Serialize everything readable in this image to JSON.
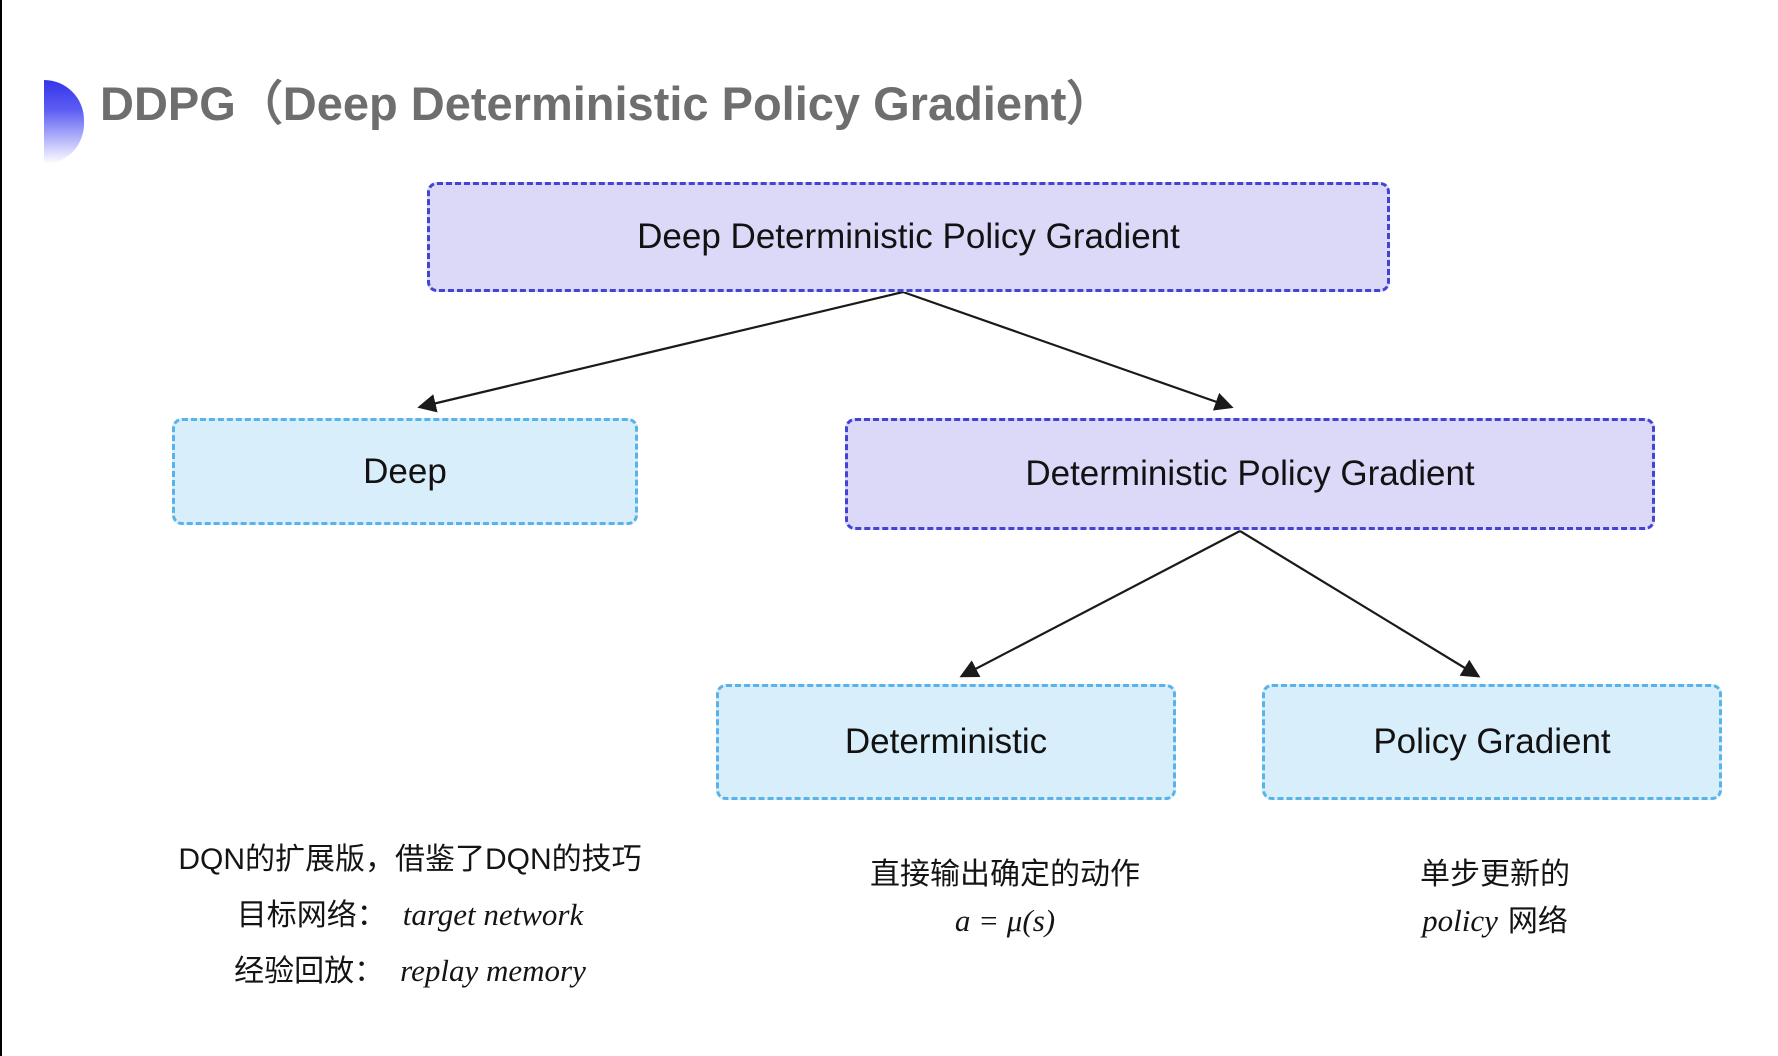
{
  "title": "DDPG（Deep Deterministic Policy Gradient）",
  "tree": {
    "root_label": "Deep Deterministic Policy Gradient",
    "deep_label": "Deep",
    "dpg_label": "Deterministic Policy Gradient",
    "deterministic_label": "Deterministic",
    "policy_gradient_label": "Policy Gradient"
  },
  "notes": {
    "deep": {
      "line1": "DQN的扩展版，借鉴了DQN的技巧",
      "target_label": "目标网络：",
      "target_term": "target network",
      "replay_label": "经验回放：",
      "replay_term": "replay memory"
    },
    "deterministic": {
      "line1": "直接输出确定的动作",
      "formula": "a = μ(s)"
    },
    "policy_gradient": {
      "line1": "单步更新的",
      "term": "policy",
      "suffix": "网络"
    }
  },
  "icons": {
    "logo": "blue-gradient-half-disc"
  },
  "colors": {
    "purple_fill": "#dcd8f8",
    "purple_border": "#4444d4",
    "cyan_fill": "#d9eefb",
    "cyan_border": "#58b3e8",
    "title_gray": "#6e6e6e",
    "arrow": "#1a1a1a",
    "left_edge": "#000000"
  }
}
